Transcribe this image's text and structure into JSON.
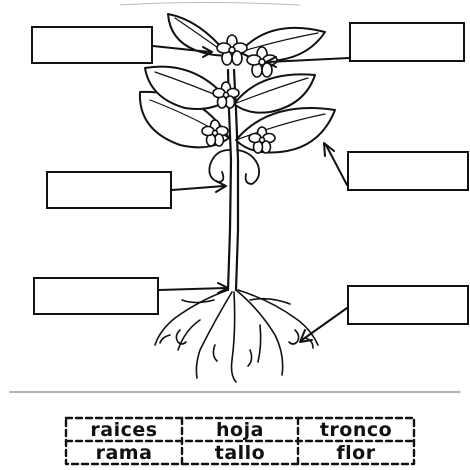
{
  "diagram": {
    "subject": "plant-parts",
    "word_bank": {
      "words": [
        "raices",
        "hoja",
        "tronco",
        "rama",
        "tallo",
        "flor"
      ]
    },
    "answer_boxes_count": 6
  }
}
